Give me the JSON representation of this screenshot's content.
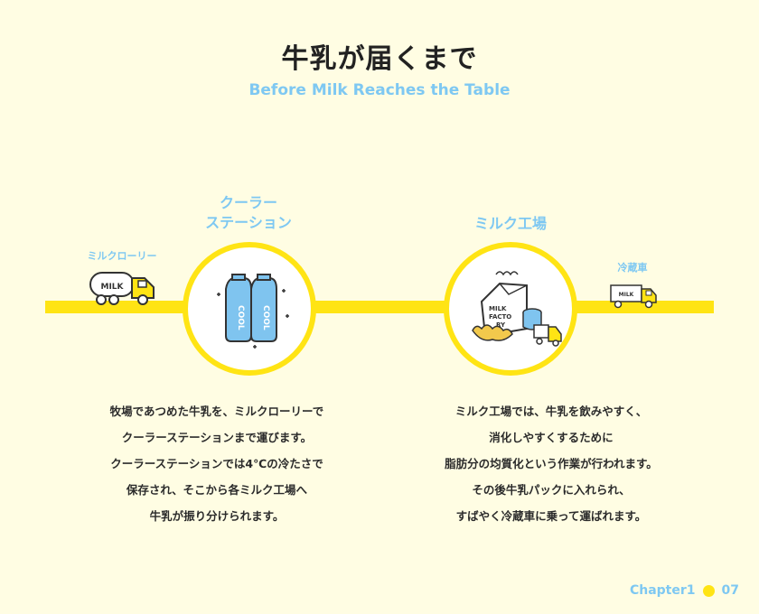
{
  "header": {
    "title": "牛乳が届くまで",
    "subtitle": "Before Milk Reaches the Table"
  },
  "stages": {
    "lorry": {
      "label": "ミルクローリー",
      "tank_text": "MILK"
    },
    "cooler": {
      "label_line1": "クーラー",
      "label_line2": "ステーション",
      "bottle_text": "COOL"
    },
    "factory": {
      "label": "ミルク工場",
      "building_text": [
        "MILK",
        "FACTO",
        "RY"
      ]
    },
    "fridge": {
      "label": "冷蔵車",
      "box_text": "MILK"
    }
  },
  "descriptions": {
    "left": [
      "牧場であつめた牛乳を、ミルクローリーで",
      "クーラーステーションまで運びます。",
      "クーラーステーションでは4℃の冷たさで",
      "保存され、そこから各ミルク工場へ",
      "牛乳が振り分けられます。"
    ],
    "right": [
      "ミルク工場では、牛乳を飲みやすく、",
      "消化しやすくするために",
      "脂肪分の均質化という作業が行われます。",
      "その後牛乳パックに入れられ、",
      "すばやく冷蔵車に乗って運ばれます。"
    ]
  },
  "footer": {
    "chapter": "Chapter1",
    "page": "07"
  },
  "colors": {
    "accent_yellow": "#ffe414",
    "accent_blue": "#7ec8f2",
    "bottle_blue": "#7fc4ef",
    "background": "#fffde3"
  },
  "icons": [
    "milk-lorry-icon",
    "cool-bottles-icon",
    "milk-factory-icon",
    "refrigerated-truck-icon"
  ]
}
